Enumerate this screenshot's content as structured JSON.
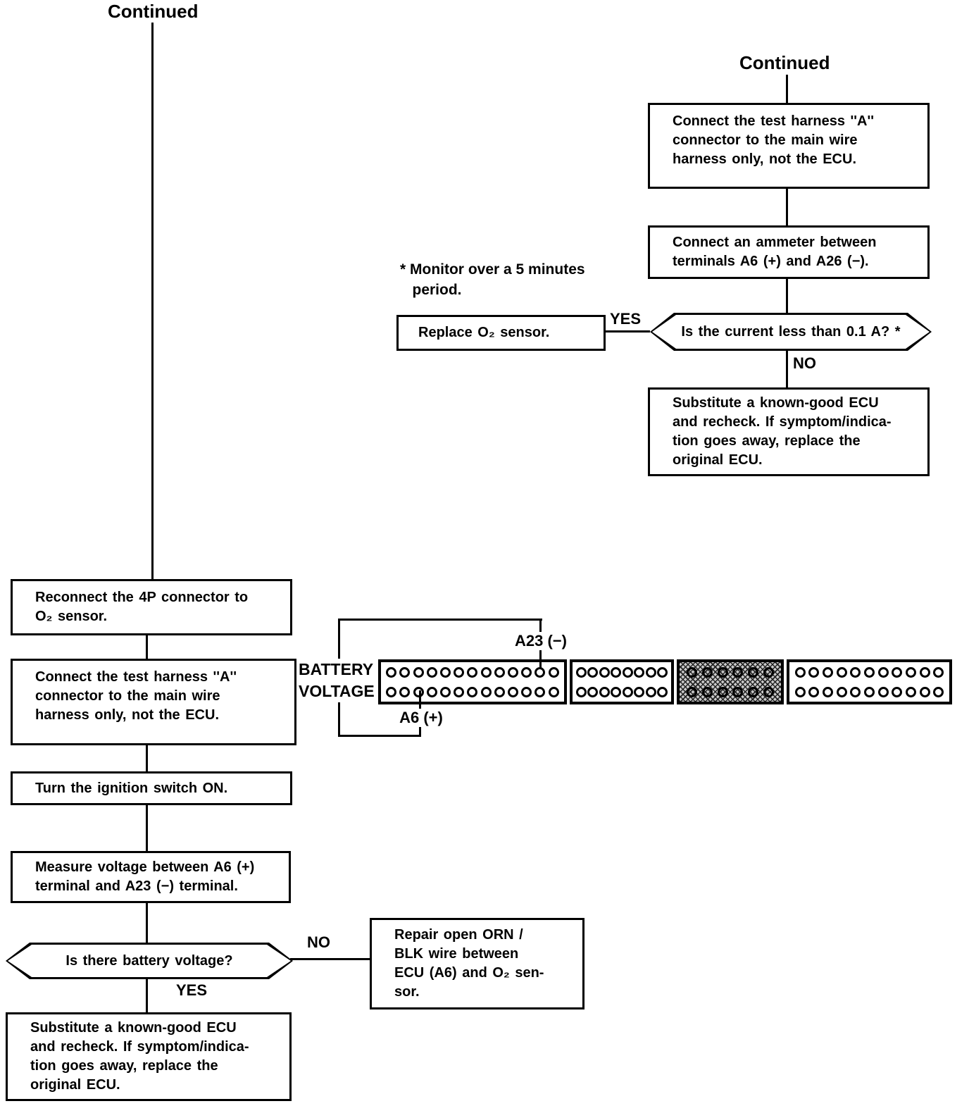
{
  "left_flow": {
    "continued": "Continued",
    "box_reconnect": "Reconnect the 4P connector to\nO₂ sensor.",
    "box_connect_harness": "Connect the test harness ''A''\nconnector to the main wire\nharness only, not the ECU.",
    "box_ignition": "Turn the ignition switch ON.",
    "box_measure": "Measure voltage between A6 (+)\nterminal and A23 (−) terminal.",
    "decision": "Is there battery voltage?",
    "label_yes": "YES",
    "label_no": "NO",
    "box_repair": "Repair open ORN /\nBLK wire between\nECU (A6) and O₂ sen-\nsor.",
    "box_substitute": "Substitute a known-good ECU\nand recheck. If symptom/indica-\ntion goes away, replace the\noriginal ECU."
  },
  "right_flow": {
    "continued": "Continued",
    "box_connect_harness": "Connect the test harness ''A''\nconnector to the main wire\nharness only, not the ECU.",
    "box_ammeter": "Connect an ammeter between\nterminals A6 (+) and A26 (−).",
    "note": "* Monitor over a 5 minutes\n   period.",
    "box_replace": "Replace O₂ sensor.",
    "decision": "Is the current less than 0.1 A? *",
    "label_yes": "YES",
    "label_no": "NO",
    "box_substitute": "Substitute a known-good ECU\nand recheck. If symptom/indica-\ntion goes away, replace the\noriginal ECU."
  },
  "connector": {
    "battery_label": "BATTERY\nVOLTAGE",
    "pin_label_top": "A23 (−)",
    "pin_label_bottom": "A6 (+)",
    "rows_per_section": 2,
    "sections": [
      {
        "pins_per_row": 13,
        "shaded": false
      },
      {
        "pins_per_row": 8,
        "shaded": false
      },
      {
        "pins_per_row": 6,
        "shaded": true
      },
      {
        "pins_per_row": 11,
        "shaded": false
      }
    ]
  },
  "colors": {
    "ink": "#000000",
    "paper": "#ffffff",
    "shaded_section": "#c9c9c9"
  }
}
